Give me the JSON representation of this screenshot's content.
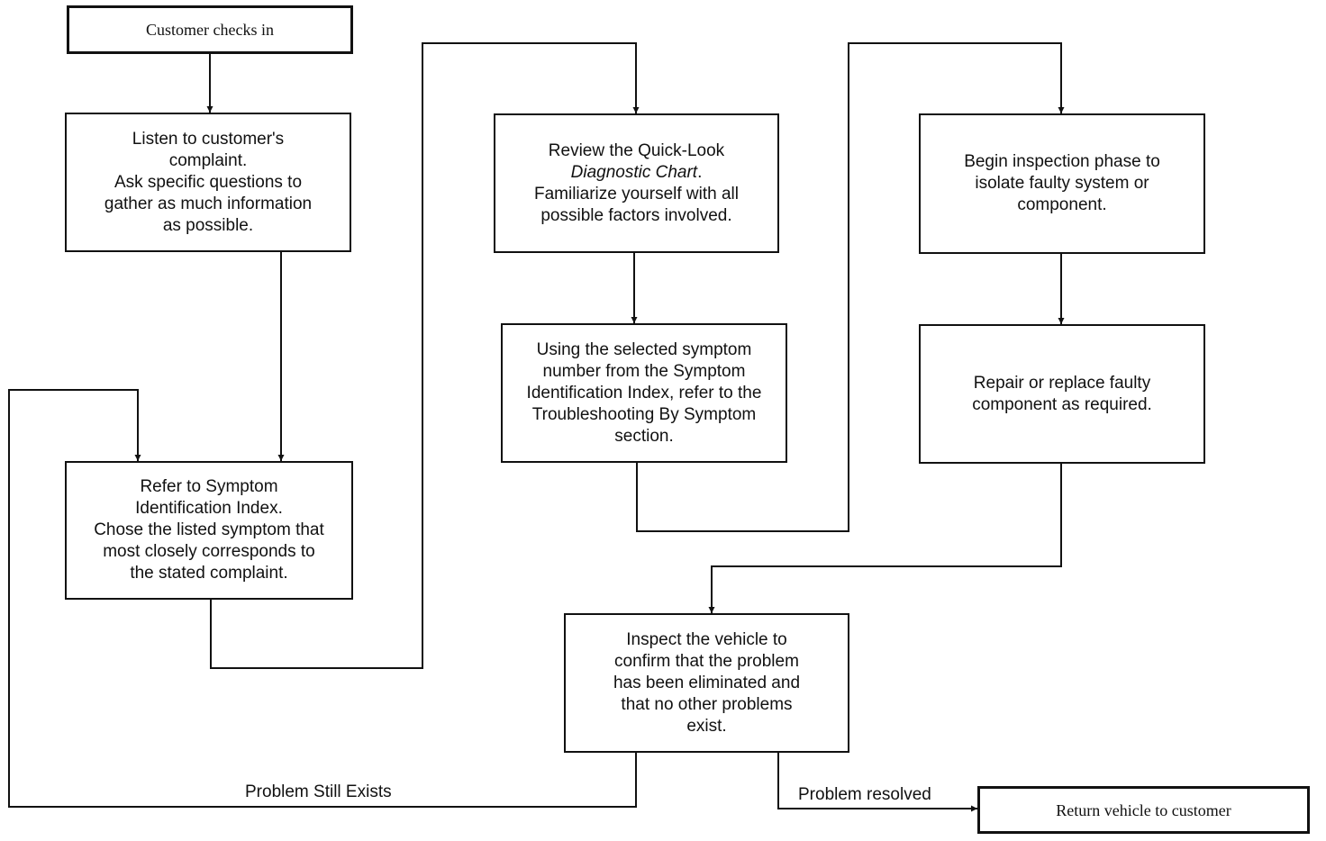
{
  "colors": {
    "line": "#111111",
    "background": "#ffffff"
  },
  "nodes": {
    "checkin": "Customer checks in",
    "listen": "Listen to customer's\ncomplaint.\nAsk specific questions to\ngather as much information\nas possible.",
    "refer": "Refer to Symptom\nIdentification Index.\nChose the listed symptom that\nmost closely corresponds to\nthe stated complaint.",
    "review": {
      "line1": "Review the Quick-Look",
      "line2_italic": "Diagnostic Chart",
      "line2_rest": ".",
      "line3": "Familiarize yourself with all\npossible factors involved."
    },
    "using": "Using the selected symptom\nnumber from the Symptom\nIdentification Index, refer to the\nTroubleshooting By Symptom\nsection.",
    "begin": "Begin inspection phase to\nisolate faulty system or\ncomponent.",
    "repair": "Repair or replace faulty\ncomponent as required.",
    "inspect": "Inspect the vehicle to\nconfirm that the problem\nhas been eliminated and\nthat no other problems\nexist.",
    "return": "Return vehicle to customer"
  },
  "edge_labels": {
    "still_exists": "Problem Still Exists",
    "resolved": "Problem resolved"
  }
}
